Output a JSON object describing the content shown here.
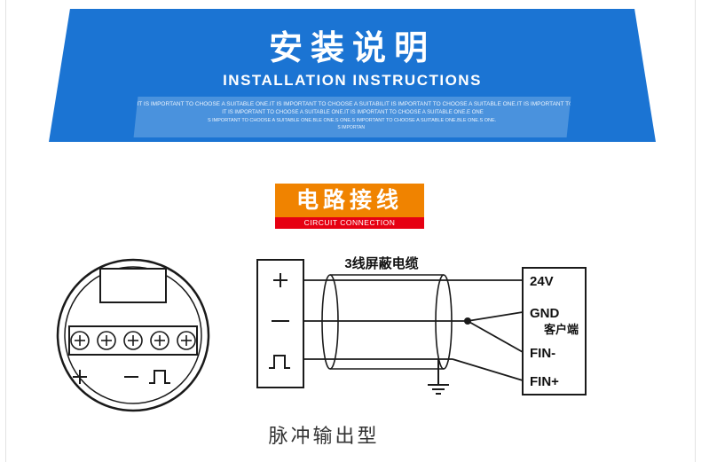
{
  "colors": {
    "banner_blue": "#1b74d3",
    "fine_print_blue": "#4a92dd",
    "badge_orange": "#f08300",
    "badge_red": "#e60012"
  },
  "header": {
    "title_cn": "安装说明",
    "title_en": "INSTALLATION INSTRUCTIONS",
    "fine_print_lines": [
      "IT IS IMPORTANT TO CHOOSE A SUITABLE ONE.IT IS IMPORTANT TO CHOOSE A SUITABILIT IS IMPORTANT TO CHOOSE A SUITABLE ONE.IT IS IMPORTANT TO CHOOSE A SUITA",
      "IT IS IMPORTANT TO CHOOSE A SUITABLE ONE.IT IS IMPORTANT TO CHOOSE A SUITABLE ONE.E ONE",
      "S IMPORTANT TO CHOOSE A SUITABLE ONE.BLE ONE.S ONE.S IMPORTANT TO CHOOSE A SUITABLE ONE.BLE ONE.S ONE.",
      "S IMPORTAN"
    ]
  },
  "section": {
    "title_cn": "电路接线",
    "title_en": "CIRCUIT CONNECTION"
  },
  "diagram": {
    "cable_label": "3线屏蔽电缆",
    "transmitter_terminals": [
      "+",
      "−",
      "⎍"
    ],
    "sender_terminals": [
      "+",
      "−",
      "⎍"
    ],
    "client_terminals": [
      "24V",
      "GND",
      "FIN-",
      "FIN+"
    ],
    "client_label": "客户端",
    "caption": "脉冲输出型"
  }
}
